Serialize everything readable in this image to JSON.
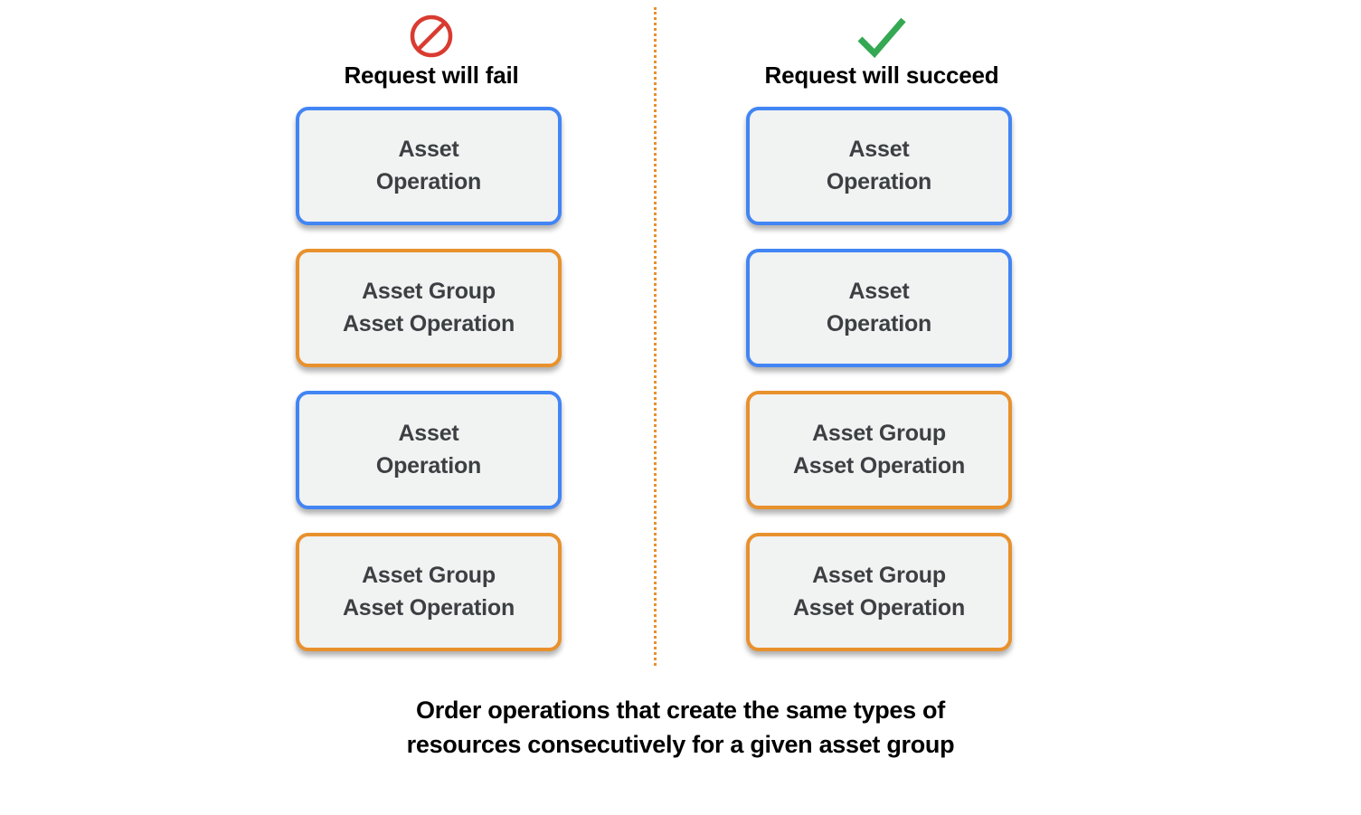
{
  "colors": {
    "blue": "#4285F4",
    "orange": "#E8912D",
    "red": "#D93B30",
    "green": "#34A853",
    "box_fill": "#F1F2F2",
    "box_text": "#3C4043",
    "heading_text": "#000000",
    "divider": "#E8912D"
  },
  "columns": [
    {
      "id": "fail",
      "icon": "prohibition-icon",
      "title": "Request will fail",
      "boxes": [
        {
          "label": "Asset\nOperation",
          "accent": "blue",
          "accent_color": "#4285F4"
        },
        {
          "label": "Asset Group\nAsset Operation",
          "accent": "orange",
          "accent_color": "#E8912D"
        },
        {
          "label": "Asset\nOperation",
          "accent": "blue",
          "accent_color": "#4285F4"
        },
        {
          "label": "Asset Group\nAsset Operation",
          "accent": "orange",
          "accent_color": "#E8912D"
        }
      ]
    },
    {
      "id": "succeed",
      "icon": "checkmark-icon",
      "title": "Request will succeed",
      "boxes": [
        {
          "label": "Asset\nOperation",
          "accent": "blue",
          "accent_color": "#4285F4"
        },
        {
          "label": "Asset\nOperation",
          "accent": "blue",
          "accent_color": "#4285F4"
        },
        {
          "label": "Asset Group\nAsset Operation",
          "accent": "orange",
          "accent_color": "#E8912D"
        },
        {
          "label": "Asset Group\nAsset Operation",
          "accent": "orange",
          "accent_color": "#E8912D"
        }
      ]
    }
  ],
  "caption": "Order operations that create the same types of\nresources consecutively for a given asset group"
}
